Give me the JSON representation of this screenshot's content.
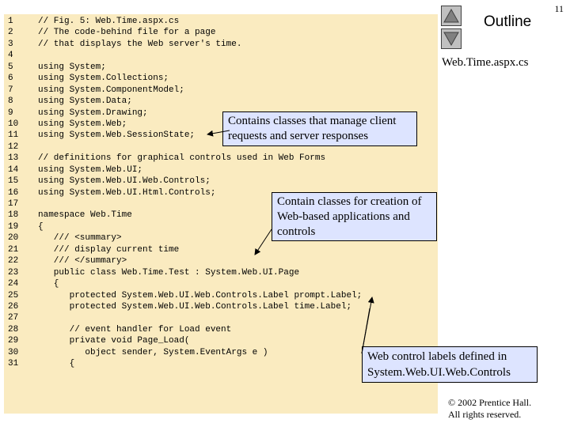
{
  "slide": {
    "page_number": "11",
    "outline_title": "Outline",
    "file_name": "Web.Time.aspx.cs",
    "copyright_line1": "© 2002 Prentice Hall.",
    "copyright_line2": "All rights reserved.",
    "nav": {
      "up_icon": "triangle-up-icon",
      "down_icon": "triangle-down-icon"
    }
  },
  "code": {
    "line_numbers": [
      "1",
      "2",
      "3",
      "4",
      "5",
      "6",
      "7",
      "8",
      "9",
      "10",
      "11",
      "12",
      "13",
      "14",
      "15",
      "16",
      "17",
      "18",
      "19",
      "20",
      "21",
      "22",
      "23",
      "24",
      "25",
      "26",
      "27",
      "28",
      "29",
      "30",
      "31"
    ],
    "lines": [
      "// Fig. 5: Web.Time.aspx.cs",
      "// The code-behind file for a page",
      "// that displays the Web server's time.",
      "",
      "using System;",
      "using System.Collections;",
      "using System.ComponentModel;",
      "using System.Data;",
      "using System.Drawing;",
      "using System.Web;",
      "using System.Web.SessionState;",
      "",
      "// definitions for graphical controls used in Web Forms",
      "using System.Web.UI;",
      "using System.Web.UI.Web.Controls;",
      "using System.Web.UI.Html.Controls;",
      "",
      "namespace Web.Time",
      "{",
      "   /// <summary>",
      "   /// display current time",
      "   /// </summary>",
      "   public class Web.Time.Test : System.Web.UI.Page",
      "   {",
      "      protected System.Web.UI.Web.Controls.Label prompt.Label;",
      "      protected System.Web.UI.Web.Controls.Label time.Label;",
      "",
      "      // event handler for Load event",
      "      private void Page_Load(",
      "         object sender, System.EventArgs e )",
      "      {"
    ]
  },
  "callouts": {
    "namespaces": "Contains classes that manage client requests and server responses",
    "web_controls": "Contain classes for creation of Web-based applications and controls",
    "labels_line1": "Web control labels defined in",
    "labels_line2": "System.Web.UI.Web.Controls"
  },
  "colors": {
    "code_background": "#faebc0",
    "callout_background": "#dde4ff",
    "nav_button": "#c0c0c0"
  }
}
